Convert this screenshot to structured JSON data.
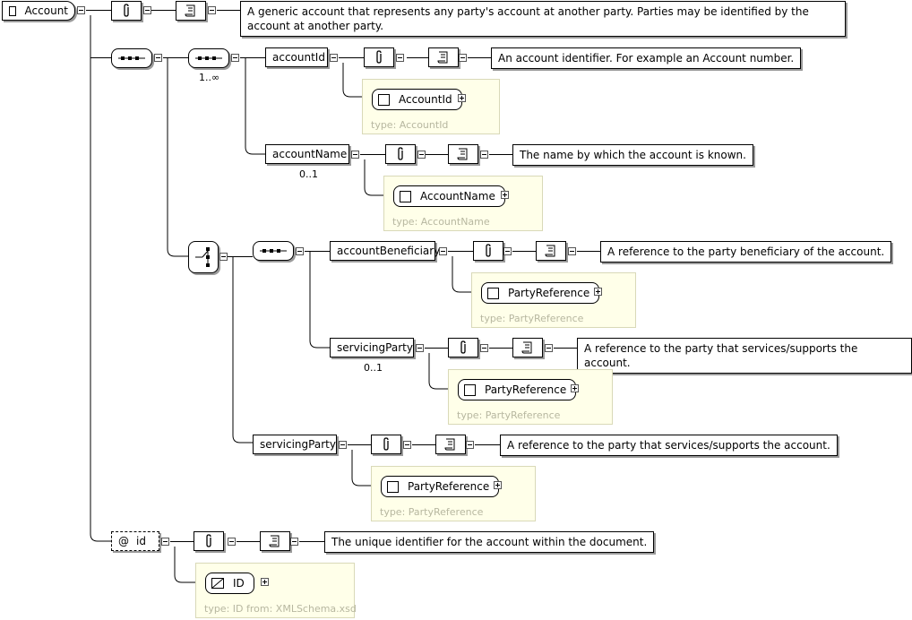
{
  "root": {
    "name": "Account",
    "doc": "A generic account that represents any party's account at another party. Parties may be identified by the account at another party."
  },
  "accountId": {
    "name": "accountId",
    "doc": "An account identifier. For example an Account number.",
    "type_name": "AccountId",
    "type_label": "type: AccountId"
  },
  "accountName": {
    "name": "accountName",
    "multiplicity": "0..1",
    "doc": "The name by which the account is known.",
    "type_name": "AccountName",
    "type_label": "type: AccountName"
  },
  "sequence_inner": {
    "multiplicity": "1..∞"
  },
  "accountBeneficiary": {
    "name": "accountBeneficiary",
    "doc": "A reference to the party beneficiary of the account.",
    "type_name": "PartyReference",
    "type_label": "type: PartyReference"
  },
  "servicingParty1": {
    "name": "servicingParty",
    "multiplicity": "0..1",
    "doc": "A reference to the party that services/supports the account.",
    "type_name": "PartyReference",
    "type_label": "type: PartyReference"
  },
  "servicingParty2": {
    "name": "servicingParty",
    "doc": "A reference to the party that services/supports the account.",
    "type_name": "PartyReference",
    "type_label": "type: PartyReference"
  },
  "attr_id": {
    "name": "id",
    "prefix": "@",
    "doc": "The unique identifier for the account within the document.",
    "type_name": "ID",
    "type_label": "type: ID from: XMLSchema.xsd"
  },
  "icons": [
    "paperclip-icon",
    "documentation-icon",
    "sequence-icon",
    "choice-icon",
    "expand-icon",
    "collapse-icon"
  ]
}
